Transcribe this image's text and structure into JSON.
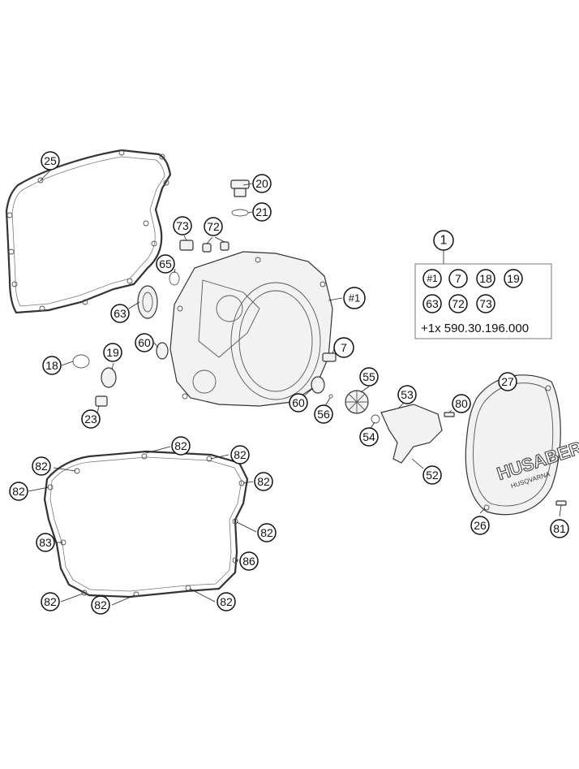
{
  "callouts": [
    {
      "id": "c25",
      "label": "25"
    },
    {
      "id": "c20",
      "label": "20"
    },
    {
      "id": "c21",
      "label": "21"
    },
    {
      "id": "c73",
      "label": "73"
    },
    {
      "id": "c72",
      "label": "72"
    },
    {
      "id": "c65",
      "label": "65"
    },
    {
      "id": "c63",
      "label": "63"
    },
    {
      "id": "c1main",
      "label": "#1"
    },
    {
      "id": "c60a",
      "label": "60"
    },
    {
      "id": "c18",
      "label": "18"
    },
    {
      "id": "c19",
      "label": "19"
    },
    {
      "id": "c23",
      "label": "23"
    },
    {
      "id": "c7",
      "label": "7"
    },
    {
      "id": "c55",
      "label": "55"
    },
    {
      "id": "c60b",
      "label": "60"
    },
    {
      "id": "c56",
      "label": "56"
    },
    {
      "id": "c53",
      "label": "53"
    },
    {
      "id": "c80",
      "label": "80"
    },
    {
      "id": "c54",
      "label": "54"
    },
    {
      "id": "c52",
      "label": "52"
    },
    {
      "id": "c27",
      "label": "27"
    },
    {
      "id": "c26",
      "label": "26"
    },
    {
      "id": "c81",
      "label": "81"
    },
    {
      "id": "c82a",
      "label": "82"
    },
    {
      "id": "c82b",
      "label": "82"
    },
    {
      "id": "c82c",
      "label": "82"
    },
    {
      "id": "c82d",
      "label": "82"
    },
    {
      "id": "c82e",
      "label": "82"
    },
    {
      "id": "c82f",
      "label": "82"
    },
    {
      "id": "c83",
      "label": "83"
    },
    {
      "id": "c86",
      "label": "86"
    },
    {
      "id": "c82g",
      "label": "82"
    },
    {
      "id": "c82h",
      "label": "82"
    },
    {
      "id": "c82i",
      "label": "82"
    }
  ],
  "kit": {
    "number": "1",
    "items": [
      "#1",
      "7",
      "18",
      "19",
      "63",
      "72",
      "73"
    ],
    "extra": "+1x 590.30.196.000"
  },
  "cover_logo": {
    "brand": "HUSABERG",
    "subtext": "HUSQVARNA"
  }
}
